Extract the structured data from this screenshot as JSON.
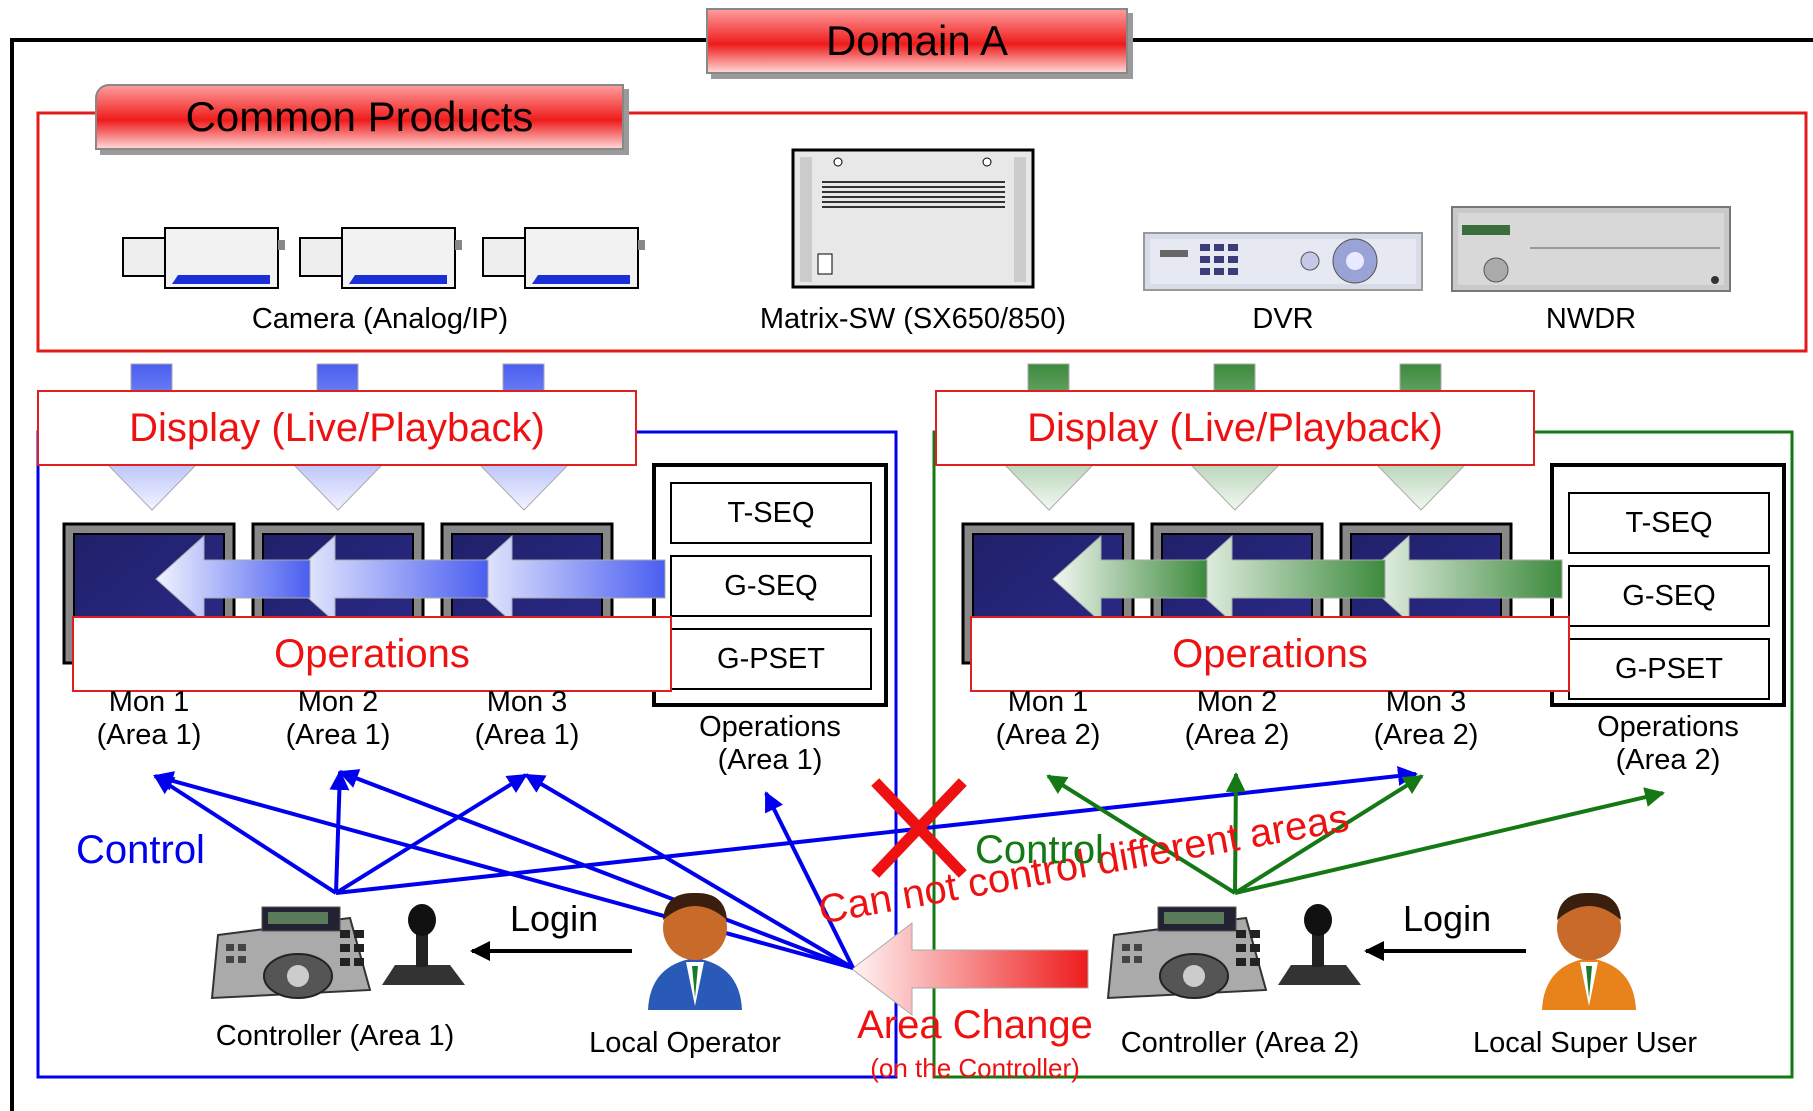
{
  "domain_title": "Domain A",
  "common_products": {
    "title": "Common Products",
    "items": {
      "camera": "Camera (Analog/IP)",
      "matrix": "Matrix-SW (SX650/850)",
      "dvr": "DVR",
      "nwdr": "NWDR"
    }
  },
  "areas": [
    {
      "display_label": "Display (Live/Playback)",
      "operations_label": "Operations",
      "monitors": [
        {
          "name": "Mon 1",
          "area": "(Area 1)"
        },
        {
          "name": "Mon 2",
          "area": "(Area 1)"
        },
        {
          "name": "Mon 3",
          "area": "(Area 1)"
        }
      ],
      "sequences": [
        "T-SEQ",
        "G-SEQ",
        "G-PSET"
      ],
      "ops_caption": {
        "name": "Operations",
        "area": "(Area 1)"
      },
      "control_label": "Control",
      "login_label": "Login",
      "controller_label": "Controller (Area 1)",
      "user_label": "Local Operator",
      "color": "#0000ee"
    },
    {
      "display_label": "Display (Live/Playback)",
      "operations_label": "Operations",
      "monitors": [
        {
          "name": "Mon 1",
          "area": "(Area 2)"
        },
        {
          "name": "Mon 2",
          "area": "(Area 2)"
        },
        {
          "name": "Mon 3",
          "area": "(Area 2)"
        }
      ],
      "sequences": [
        "T-SEQ",
        "G-SEQ",
        "G-PSET"
      ],
      "ops_caption": {
        "name": "Operations",
        "area": "(Area 2)"
      },
      "control_label": "Control",
      "login_label": "Login",
      "controller_label": "Controller (Area 2)",
      "user_label": "Local Super User",
      "color": "#147814"
    }
  ],
  "restriction_label": "Can not control different areas",
  "area_change": {
    "label": "Area Change",
    "sublabel": "(on the Controller)"
  },
  "colors": {
    "red": "#ee1111",
    "blue": "#0000ee",
    "green": "#147814"
  }
}
